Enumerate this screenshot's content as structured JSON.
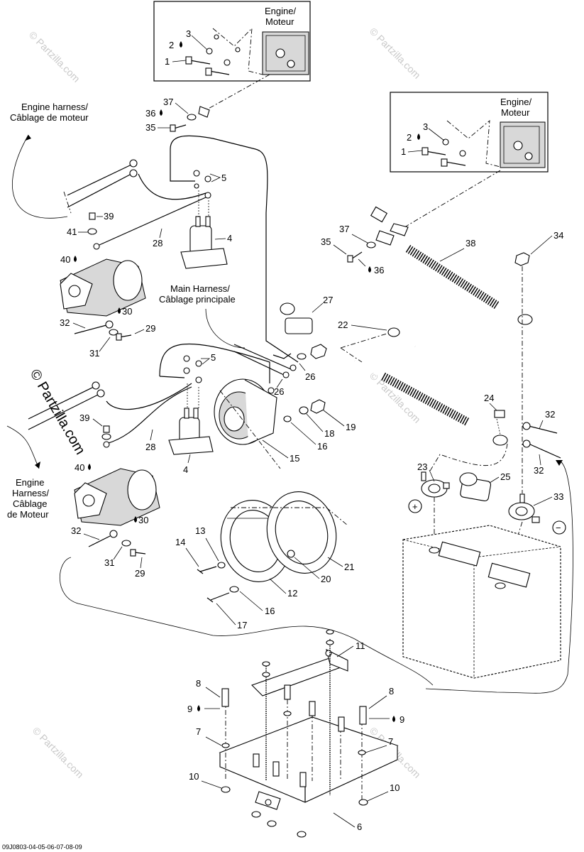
{
  "labels": {
    "engine_moteur_top_1": "Engine/",
    "engine_moteur_top_2": "Moteur",
    "engine_moteur_right_1": "Engine/",
    "engine_moteur_right_2": "Moteur",
    "engine_harness_1": "Engine harness/",
    "engine_harness_2": "Câblage de moteur",
    "main_harness_1": "Main Harness/",
    "main_harness_2": "Câblage principale",
    "engine_harness_low_1": "Engine",
    "engine_harness_low_2": "Harness/",
    "engine_harness_low_3": "Câblage",
    "engine_harness_low_4": "de Moteur",
    "plus": "+",
    "minus": "−"
  },
  "watermark": "© Partzilla.com",
  "footer_code": "09J0803-04-05-06-07-08-09",
  "parts": {
    "p1a": "1",
    "p2a": "2",
    "p3a": "3",
    "p1b": "1",
    "p2b": "2",
    "p3b": "3",
    "p4a": "4",
    "p4b": "4",
    "p5a": "5",
    "p5b": "5",
    "p6": "6",
    "p7a": "7",
    "p7b": "7",
    "p8a": "8",
    "p8b": "8",
    "p9a": "9",
    "p9b": "9",
    "p10a": "10",
    "p10b": "10",
    "p11": "11",
    "p12": "12",
    "p13": "13",
    "p14": "14",
    "p15": "15",
    "p16a": "16",
    "p16b": "16",
    "p17": "17",
    "p18": "18",
    "p19": "19",
    "p20": "20",
    "p21": "21",
    "p22": "22",
    "p23": "23",
    "p24": "24",
    "p25": "25",
    "p26a": "26",
    "p26b": "26",
    "p27": "27",
    "p28a": "28",
    "p28b": "28",
    "p29a": "29",
    "p29b": "29",
    "p30a": "30",
    "p30b": "30",
    "p31a": "31",
    "p31b": "31",
    "p32a": "32",
    "p32b": "32",
    "p32c": "32",
    "p32d": "32",
    "p33": "33",
    "p34": "34",
    "p35a": "35",
    "p35b": "35",
    "p36a": "36",
    "p36b": "36",
    "p37a": "37",
    "p37b": "37",
    "p38": "38",
    "p39a": "39",
    "p39b": "39",
    "p40a": "40",
    "p40b": "40",
    "p41": "41"
  }
}
